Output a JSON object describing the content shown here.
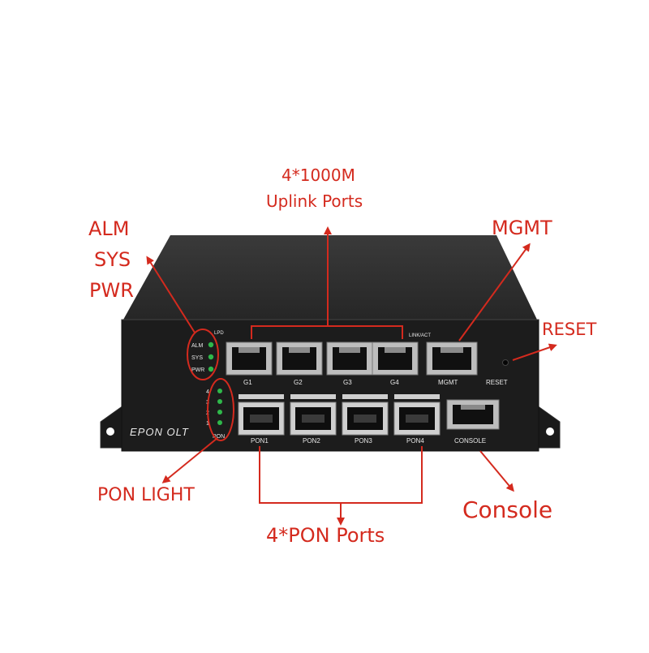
{
  "callouts": {
    "uplink_line1": "4*1000M",
    "uplink_line2": "Uplink Ports",
    "mgmt": "MGMT",
    "alm": "ALM",
    "sys": "SYS",
    "pwr": "PWR",
    "reset": "RESET",
    "pon_light": "PON LIGHT",
    "console": "Console",
    "pon_ports": "4*PON Ports"
  },
  "device": {
    "brand": "EPON OLT",
    "led_labels": [
      "ALM",
      "SYS",
      "PWR"
    ],
    "pon_led_numbers": [
      "4",
      "3",
      "2",
      "1"
    ],
    "pon_led_title": "PON",
    "lpd_label": "LPD",
    "link_act_label": "LINK/ACT",
    "uplink_ports": [
      "G1",
      "G2",
      "G3",
      "G4"
    ],
    "mgmt_port": "MGMT",
    "reset_label": "RESET",
    "pon_ports": [
      "PON1",
      "PON2",
      "PON3",
      "PON4"
    ],
    "console_port": "CONSOLE"
  },
  "colors": {
    "callout_red": "#d42a1e",
    "chassis_top": "#2a2a2a",
    "front_panel": "#1c1c1c",
    "led_green": "#2fb84a"
  }
}
